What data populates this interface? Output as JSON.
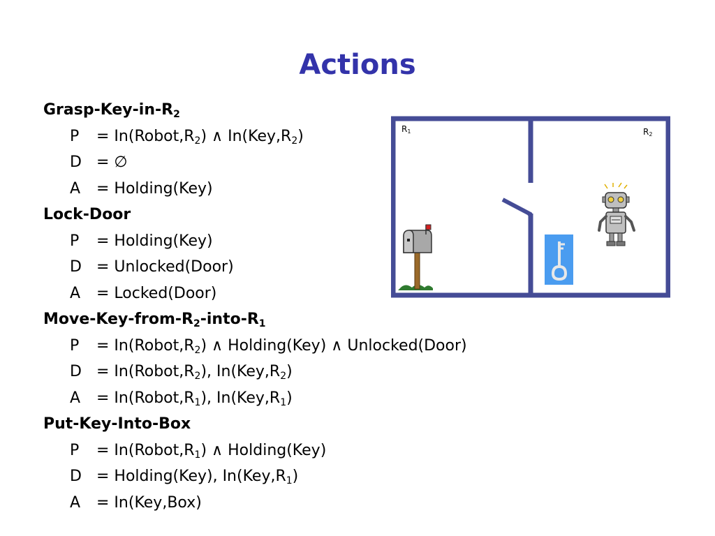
{
  "title": "Actions",
  "actions": [
    {
      "name": [
        "Grasp-Key-in-R",
        "2",
        ""
      ],
      "P": [
        "= In(Robot,R",
        "2",
        ") ∧ In(Key,R",
        "2",
        ")"
      ],
      "D": [
        "= ∅"
      ],
      "A": [
        "= Holding(Key)"
      ]
    },
    {
      "name": [
        "Lock-Door"
      ],
      "P": [
        "= Holding(Key)"
      ],
      "D": [
        "= Unlocked(Door)"
      ],
      "A": [
        "= Locked(Door)"
      ]
    },
    {
      "name": [
        "Move-Key-from-R",
        "2",
        "-into-R",
        "1",
        ""
      ],
      "P": [
        "= In(Robot,R",
        "2",
        ") ∧ Holding(Key) ∧ Unlocked(Door)"
      ],
      "D": [
        "= In(Robot,R",
        "2",
        "), In(Key,R",
        "2",
        ")"
      ],
      "A": [
        "= In(Robot,R",
        "1",
        "), In(Key,R",
        "1",
        ")"
      ]
    },
    {
      "name": [
        "Put-Key-Into-Box"
      ],
      "P": [
        "= In(Robot,R",
        "1",
        ") ∧ Holding(Key)"
      ],
      "D": [
        "= Holding(Key), In(Key,R",
        "1",
        ")"
      ],
      "A": [
        "= In(Key,Box)"
      ]
    }
  ],
  "labels": {
    "P": "P",
    "D": "D",
    "A": "A"
  },
  "diagram": {
    "room1_label": [
      "R",
      "1"
    ],
    "room2_label": [
      "R",
      "2"
    ],
    "icons": [
      "mailbox-icon",
      "key-icon",
      "robot-icon"
    ],
    "colors": {
      "title": "#3333aa",
      "walls": "#454c96",
      "key_bg": "#4a9cf0"
    }
  }
}
